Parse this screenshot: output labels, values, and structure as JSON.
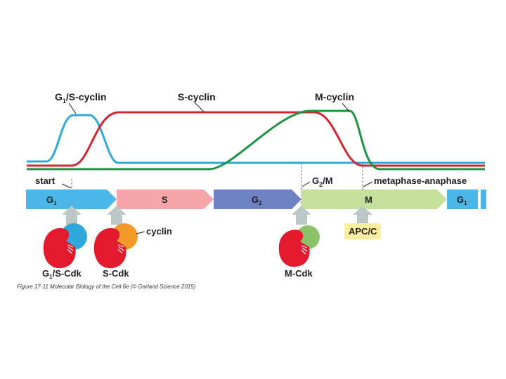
{
  "labels": {
    "g1s_cyclin_main": "G",
    "g1s_cyclin_sub": "1",
    "g1s_cyclin_rest": "/S-cyclin",
    "s_cyclin": "S-cyclin",
    "m_cyclin": "M-cyclin",
    "start": "start",
    "g2m_main": "G",
    "g2m_sub": "2",
    "g2m_rest": "/M",
    "metaphase_anaphase": "metaphase-anaphase",
    "cyclin": "cyclin",
    "apc": "APC/C"
  },
  "phases": {
    "g1_main": "G",
    "g1_sub": "1",
    "s": "S",
    "g2_main": "G",
    "g2_sub": "2",
    "m": "M",
    "g1_end_main": "G",
    "g1_end_sub": "1"
  },
  "complexes": {
    "g1s_cdk_main": "G",
    "g1s_cdk_sub": "1",
    "g1s_cdk_rest": "/S-Cdk",
    "s_cdk": "S-Cdk",
    "m_cdk": "M-Cdk"
  },
  "caption": "Figure 17-11  Molecular Biology of the Cell 6e (© Garland Science 2015)",
  "colors": {
    "g1s_cyclin": "#2fa8dc",
    "s_cyclin": "#d42530",
    "m_cyclin": "#1f9440",
    "cdk": "#e3192d",
    "g1_phase": "#4bb6e8",
    "s_phase": "#f4a6ab",
    "g2_phase": "#6e82c4",
    "m_phase": "#c5df9c",
    "apc_box": "#fbeea0"
  }
}
